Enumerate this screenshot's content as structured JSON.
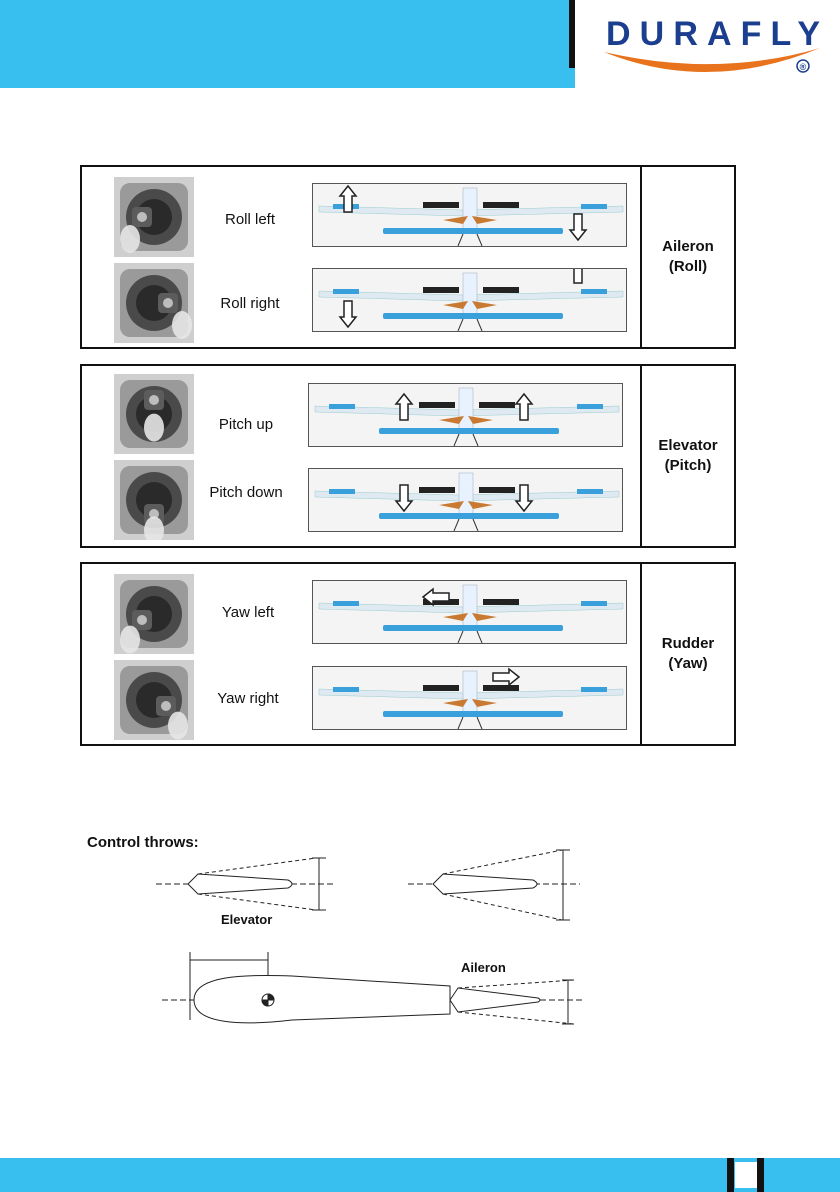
{
  "brand": {
    "logo_text": "DURAFLY",
    "registered_mark": "®",
    "colors": {
      "blue": "#38bff0",
      "navy": "#1b3f8e",
      "orange": "#e8731c"
    }
  },
  "sections": [
    {
      "label_line1": "Aileron",
      "label_line2": "(Roll)",
      "rows": [
        {
          "label": "Roll left",
          "stick_icon": "stick-roll-left"
        },
        {
          "label": "Roll right",
          "stick_icon": "stick-roll-right"
        }
      ]
    },
    {
      "label_line1": "Elevator",
      "label_line2": "(Pitch)",
      "rows": [
        {
          "label": "Pitch up",
          "stick_icon": "stick-pitch-up"
        },
        {
          "label": "Pitch down",
          "stick_icon": "stick-pitch-down"
        }
      ]
    },
    {
      "label_line1": "Rudder",
      "label_line2": "(Yaw)",
      "rows": [
        {
          "label": "Yaw left",
          "stick_icon": "stick-yaw-left"
        },
        {
          "label": "Yaw right",
          "stick_icon": "stick-yaw-right"
        }
      ]
    }
  ],
  "control_throws": {
    "title": "Control throws:",
    "elevator_label": "Elevator",
    "aileron_label": "Aileron"
  },
  "footer": {
    "page_number": ""
  }
}
